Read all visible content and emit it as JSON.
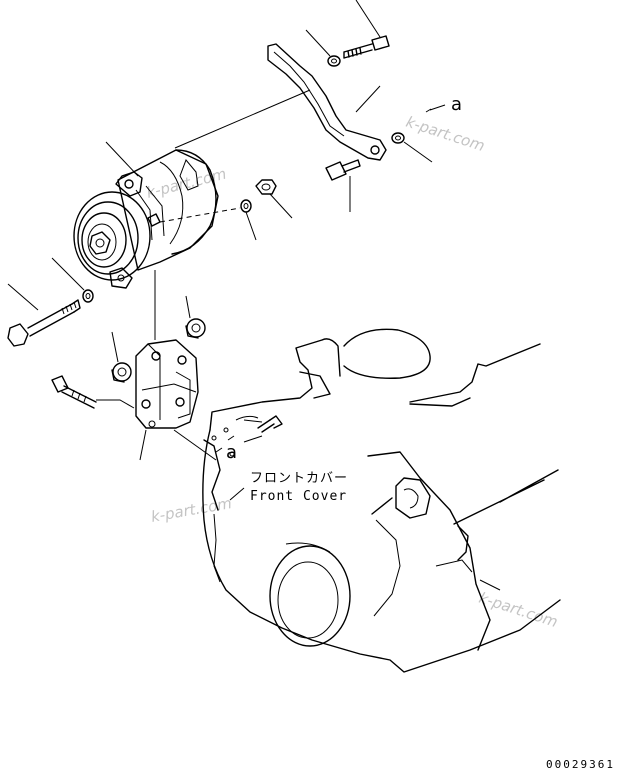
{
  "labels": {
    "front_cover_jp": "フロントカバー",
    "front_cover_en": "Front Cover",
    "ref_mark_top": "a",
    "ref_mark_bottom": "a"
  },
  "watermarks": [
    "k-part.com",
    "k-part.com",
    "k-part.com",
    "k-part.com"
  ],
  "drawing_number": "00029361"
}
